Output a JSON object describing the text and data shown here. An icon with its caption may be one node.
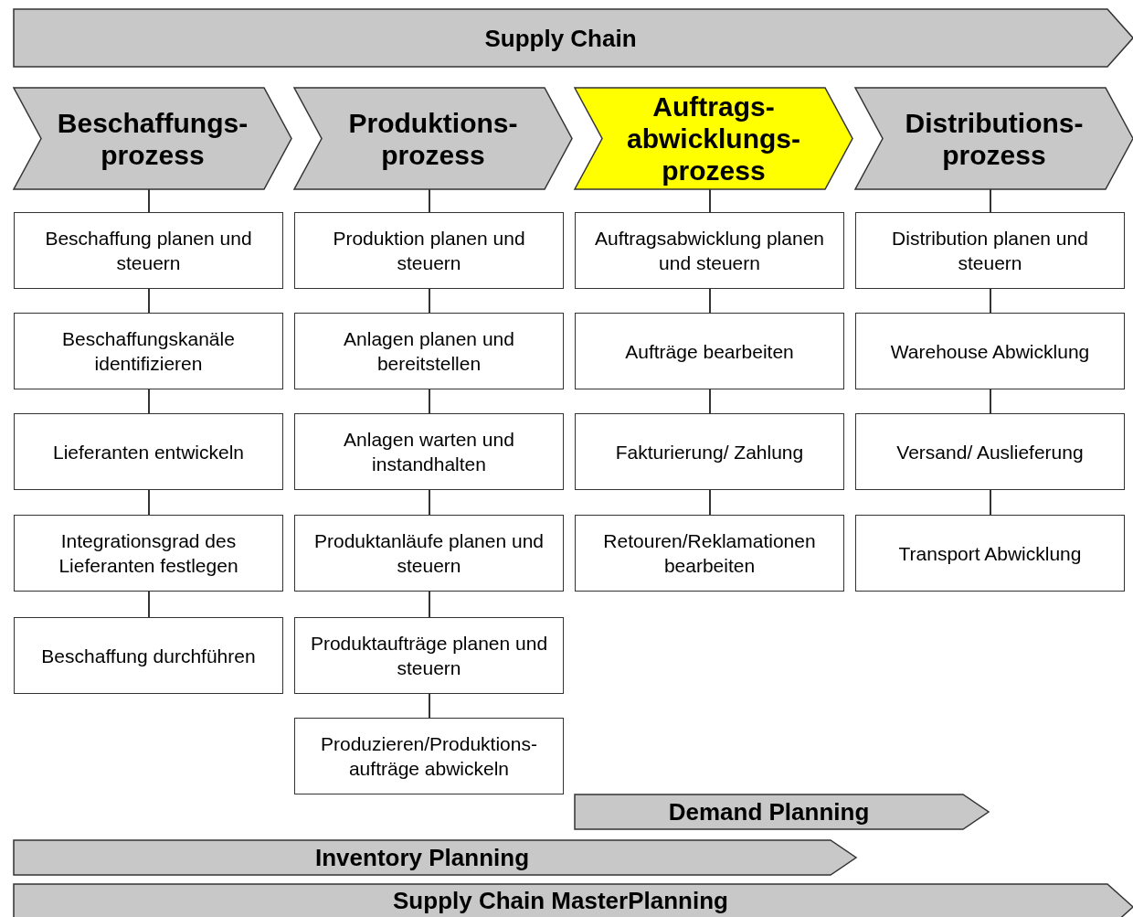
{
  "diagram": {
    "nodes": [
      {
        "text": [
          "Supply Chain"
        ]
      },
      {
        "text": [
          "Beschaffungs- prozess"
        ]
      },
      {
        "text": [
          "Produktions- prozess"
        ]
      },
      {
        "text": [
          "Auftrags- abwicklungs- prozess"
        ]
      },
      {
        "text": [
          "Distributions- prozess"
        ]
      },
      {
        "text": [
          "Beschaffung planen und steuern"
        ]
      },
      {
        "text": [
          "Beschaffungskanäle identifizieren"
        ]
      },
      {
        "text": [
          "Lieferanten entwickeln"
        ]
      },
      {
        "text": [
          "Integrationsgrad des Lieferanten festlegen"
        ]
      },
      {
        "text": [
          "Beschaffung durchführen"
        ]
      },
      {
        "text": [
          "Produktion planen und steuern"
        ]
      },
      {
        "text": [
          "Anlagen planen und bereitstellen"
        ]
      },
      {
        "text": [
          "Anlagen warten und instandhalten"
        ]
      },
      {
        "text": [
          "Produktanläufe planen und steuern"
        ]
      },
      {
        "text": [
          "Produktaufträge planen und steuern"
        ]
      },
      {
        "text": [
          "Produzieren/Produktions- aufträge abwickeln"
        ]
      },
      {
        "text": [
          "Auftragsabwicklung planen und steuern"
        ]
      },
      {
        "text": [
          "Aufträge bearbeiten"
        ]
      },
      {
        "text": [
          "Fakturierung/ Zahlung"
        ]
      },
      {
        "text": [
          "Retouren/Reklamationen bearbeiten"
        ]
      },
      {
        "text": [
          "Distribution planen und steuern"
        ]
      },
      {
        "text": [
          "Warehouse Abwicklung"
        ]
      },
      {
        "text": [
          "Versand/ Auslieferung"
        ]
      },
      {
        "text": [
          "Transport Abwicklung"
        ]
      },
      {
        "text": [
          "Demand Planning"
        ]
      },
      {
        "text": [
          "Inventory Planning"
        ]
      },
      {
        "text": [
          "Supply Chain MasterPlanning"
        ]
      }
    ],
    "edges": [
      {
        "from": 1,
        "to": 5,
        "arrow": "none"
      },
      {
        "from": 5,
        "to": 6,
        "arrow": "none"
      },
      {
        "from": 6,
        "to": 7,
        "arrow": "none"
      },
      {
        "from": 7,
        "to": 8,
        "arrow": "none"
      },
      {
        "from": 8,
        "to": 9,
        "arrow": "none"
      },
      {
        "from": 2,
        "to": 10,
        "arrow": "none"
      },
      {
        "from": 10,
        "to": 11,
        "arrow": "none"
      },
      {
        "from": 11,
        "to": 12,
        "arrow": "none"
      },
      {
        "from": 12,
        "to": 13,
        "arrow": "none"
      },
      {
        "from": 13,
        "to": 14,
        "arrow": "none"
      },
      {
        "from": 14,
        "to": 15,
        "arrow": "none"
      },
      {
        "from": 3,
        "to": 16,
        "arrow": "none"
      },
      {
        "from": 16,
        "to": 17,
        "arrow": "none"
      },
      {
        "from": 17,
        "to": 18,
        "arrow": "none"
      },
      {
        "from": 18,
        "to": 19,
        "arrow": "none"
      },
      {
        "from": 4,
        "to": 20,
        "arrow": "none"
      },
      {
        "from": 20,
        "to": 21,
        "arrow": "none"
      },
      {
        "from": 21,
        "to": 22,
        "arrow": "none"
      },
      {
        "from": 22,
        "to": 23,
        "arrow": "none"
      }
    ]
  }
}
